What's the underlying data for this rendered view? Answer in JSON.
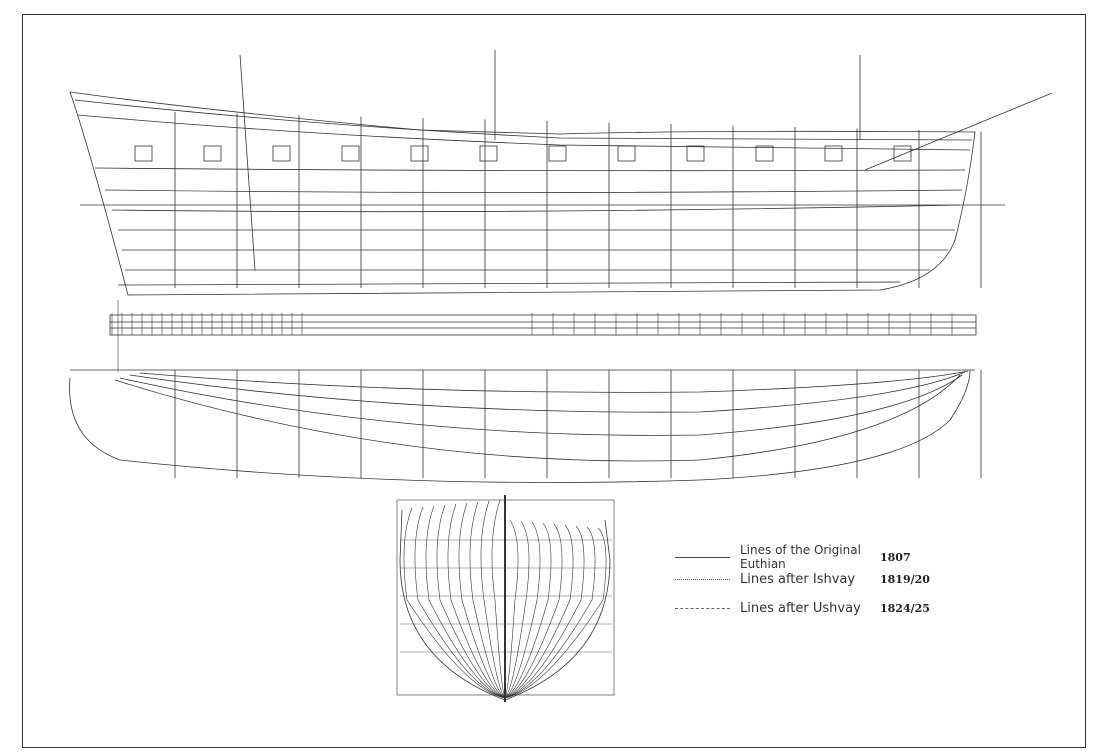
{
  "drawing": {
    "legend": [
      {
        "label": "Lines of the Original Euthian",
        "year": "1807",
        "style": "solid"
      },
      {
        "label": "Lines after Ishvay",
        "year": "1819/20",
        "style": "dotted"
      },
      {
        "label": "Lines after Ushvay",
        "year": "1824/25",
        "style": "dashed"
      }
    ]
  }
}
